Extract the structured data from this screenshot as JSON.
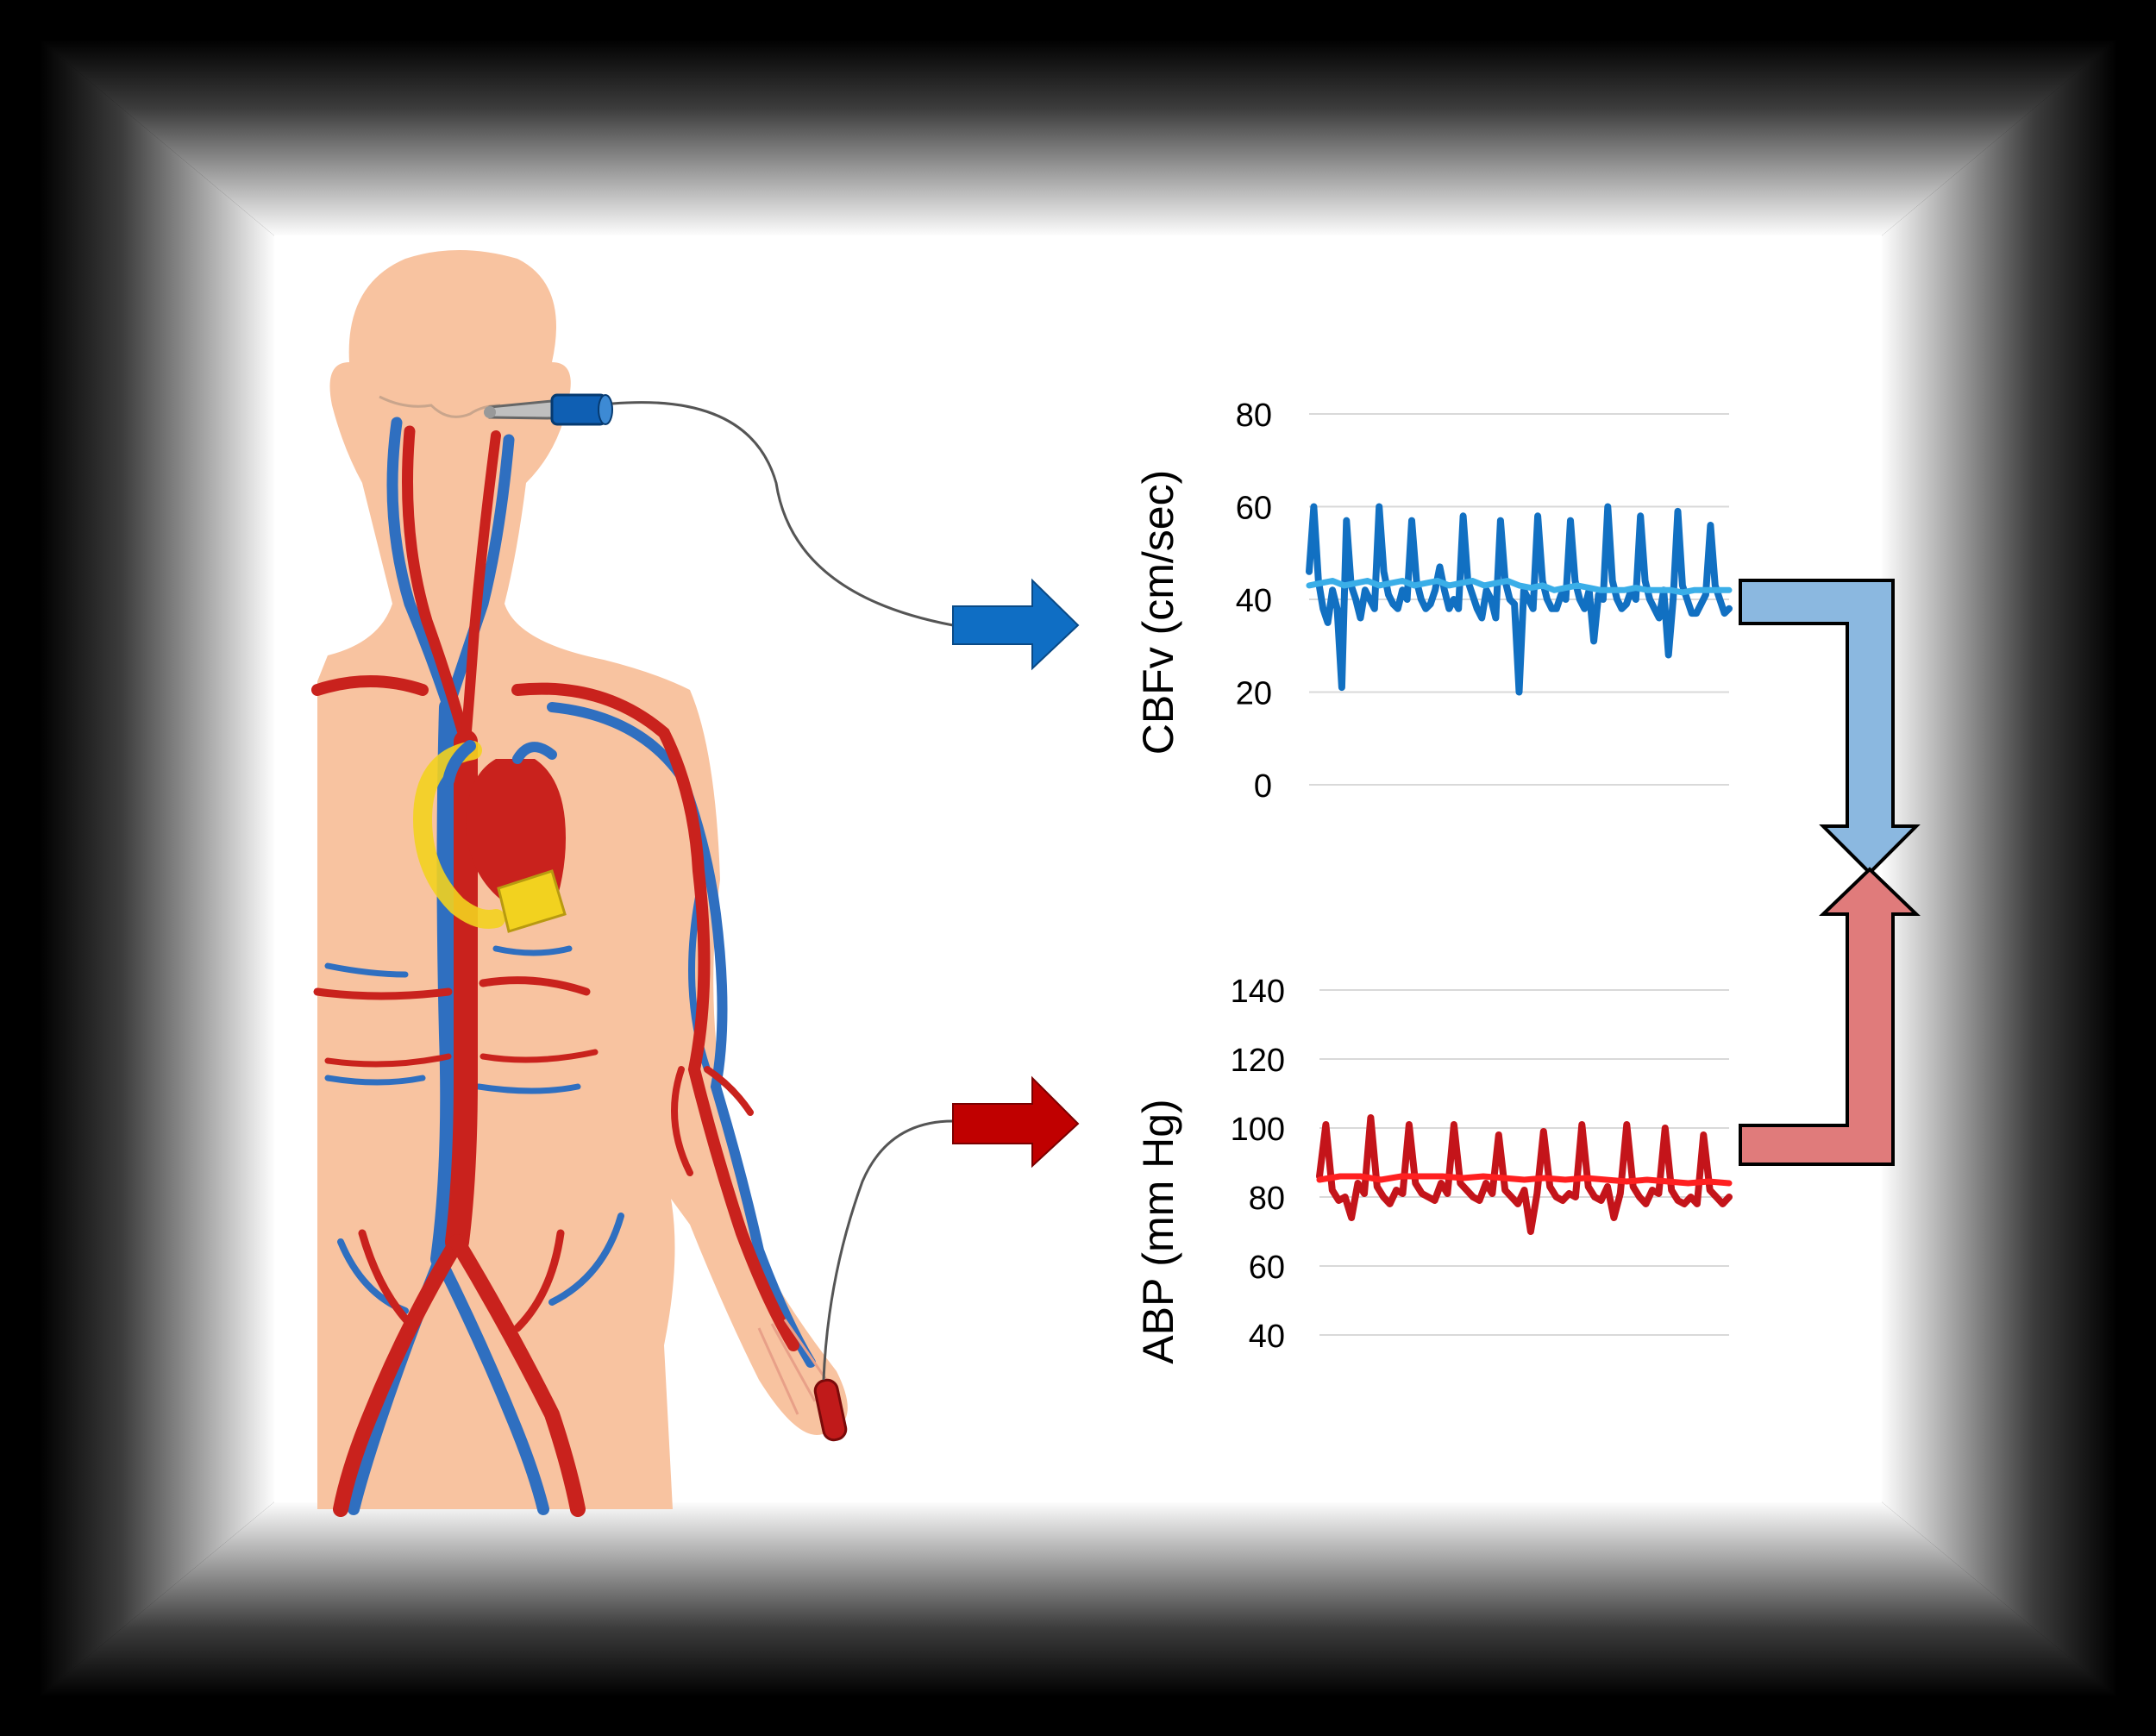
{
  "colors": {
    "background": "#000000",
    "panel": "#ffffff",
    "skin": "#f8c3a0",
    "artery": "#c9221d",
    "vein": "#2f6fc0",
    "probe_blue": "#0f5fb3",
    "catheter_red": "#c01a1a",
    "band_yellow": "#f2d21f",
    "cbfv_raw": "#1170c2",
    "cbfv_mean": "#3aaee8",
    "abp_raw": "#c4141a",
    "abp_mean": "#ff2020",
    "gridline": "#d9d9d9",
    "arrow_blue": "#0f6ec4",
    "arrow_red": "#c00000",
    "connector_blue": "#8bb8e0",
    "connector_red": "#e07b7b"
  },
  "icons": {
    "body": "human-circulatory-system-icon",
    "heart": "heart-icon",
    "probe": "doppler-probe-icon",
    "catheter": "arterial-catheter-icon"
  },
  "chart_data": [
    {
      "type": "line",
      "ylabel": "CBFv (cm/sec)",
      "yticks": [
        0,
        20,
        40,
        60,
        80
      ],
      "ylim": [
        0,
        80
      ],
      "grid": true,
      "series": [
        {
          "role": "raw",
          "values": [
            46,
            60,
            44,
            38,
            35,
            42,
            38,
            21,
            57,
            43,
            40,
            36,
            42,
            40,
            38,
            60,
            46,
            41,
            39,
            38,
            42,
            40,
            57,
            44,
            40,
            38,
            39,
            42,
            47,
            42,
            38,
            40,
            38,
            58,
            44,
            41,
            38,
            36,
            42,
            40,
            36,
            57,
            44,
            40,
            39,
            20,
            42,
            40,
            38,
            58,
            44,
            40,
            38,
            38,
            41,
            40,
            57,
            44,
            40,
            38,
            42,
            31,
            41,
            40,
            60,
            44,
            40,
            38,
            39,
            42,
            40,
            58,
            44,
            40,
            38,
            36,
            42,
            28,
            40,
            59,
            43,
            40,
            37,
            37,
            39,
            41,
            56,
            43,
            40,
            37,
            38
          ]
        },
        {
          "role": "mean",
          "values": [
            43,
            43.5,
            44,
            43,
            43.5,
            44,
            43,
            43.5,
            44,
            43,
            43.5,
            44,
            43,
            43.5,
            44,
            43,
            43.5,
            44,
            43,
            42.5,
            43,
            42,
            42.5,
            43,
            42.5,
            42,
            42,
            42,
            42.5,
            42,
            42,
            42,
            41.5,
            42,
            42,
            42,
            42
          ]
        }
      ]
    },
    {
      "type": "line",
      "ylabel": "ABP (mm Hg)",
      "yticks": [
        40,
        60,
        80,
        100,
        120,
        140
      ],
      "ylim": [
        40,
        140
      ],
      "grid": true,
      "series": [
        {
          "role": "raw",
          "values": [
            86,
            101,
            82,
            79,
            80,
            74,
            84,
            81,
            103,
            83,
            80,
            78,
            82,
            81,
            101,
            84,
            81,
            80,
            79,
            84,
            81,
            101,
            84,
            82,
            80,
            79,
            84,
            81,
            98,
            82,
            80,
            78,
            82,
            70,
            81,
            99,
            83,
            80,
            79,
            81,
            80,
            101,
            83,
            80,
            79,
            83,
            74,
            81,
            101,
            83,
            80,
            78,
            82,
            81,
            100,
            82,
            79,
            78,
            80,
            78,
            98,
            82,
            80,
            78,
            80
          ]
        },
        {
          "role": "mean",
          "values": [
            85,
            86,
            86,
            85,
            86,
            86,
            86,
            85.5,
            86,
            85.5,
            85,
            85.5,
            85,
            85.5,
            85,
            84.5,
            85,
            84.5,
            84,
            84.5,
            84
          ]
        }
      ]
    }
  ]
}
